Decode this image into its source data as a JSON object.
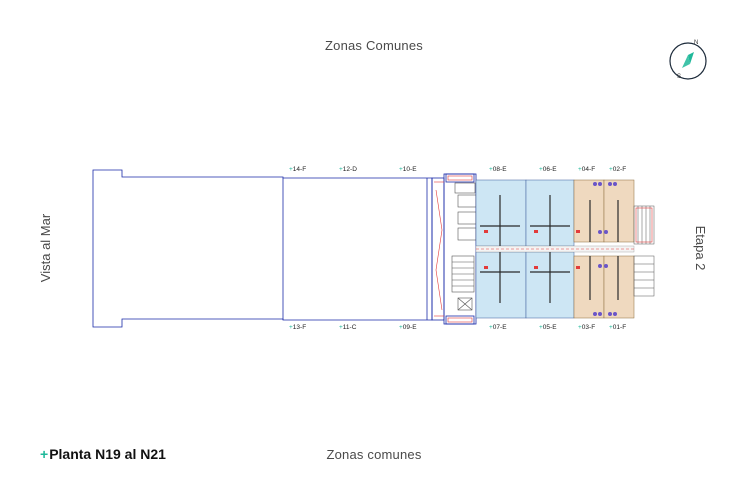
{
  "labels": {
    "top_zone": "Zonas Comunes",
    "bottom_zone": "Zonas comunes",
    "left_side": "Vista al Mar",
    "right_side": "Etapa 2",
    "plan_title": "Planta N19 al N21",
    "plus": "+"
  },
  "compass": {
    "north": "N",
    "south": "S"
  },
  "units_top": [
    "14-F",
    "12-D",
    "10-E",
    "08-E",
    "06-E",
    "04-F",
    "02-F"
  ],
  "units_bottom": [
    "13-F",
    "11-C",
    "09-E",
    "07-E",
    "05-E",
    "03-F",
    "01-F"
  ],
  "colors": {
    "accent": "#1fb89a",
    "outline": "#1a2aa8",
    "unit_e": "#cde6f4",
    "unit_f": "#efd9bf",
    "red_lines": "#e23b3b"
  },
  "icons": [
    "compass-icon"
  ]
}
